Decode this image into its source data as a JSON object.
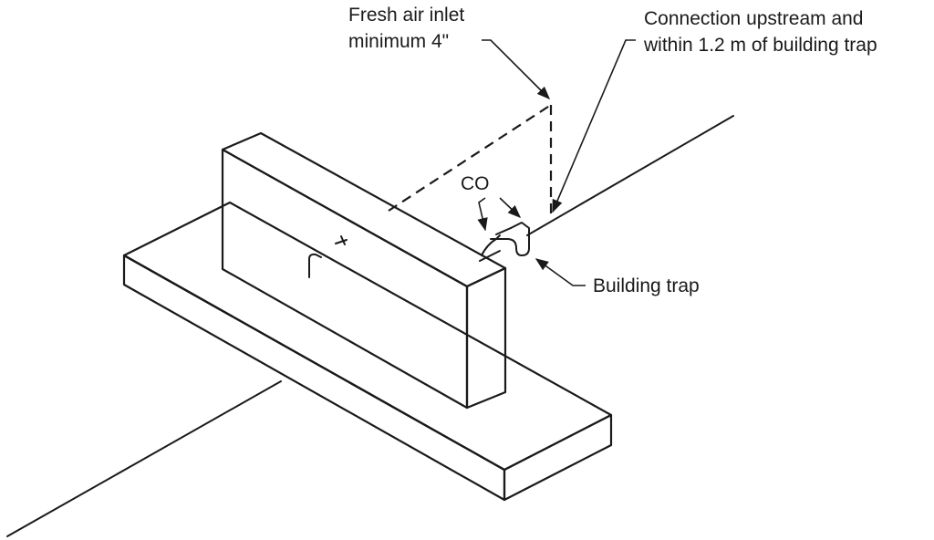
{
  "labels": {
    "fresh_air_line1": "Fresh air inlet",
    "fresh_air_line2": "minimum 4\"",
    "connection_line1": "Connection upstream and",
    "connection_line2": "within 1.2 m of building trap",
    "cleanout": "CO",
    "building_trap": "Building trap"
  },
  "colors": {
    "ink": "#1a1a1a",
    "concrete_fill": "#e9e9e9",
    "background": "#ffffff"
  }
}
